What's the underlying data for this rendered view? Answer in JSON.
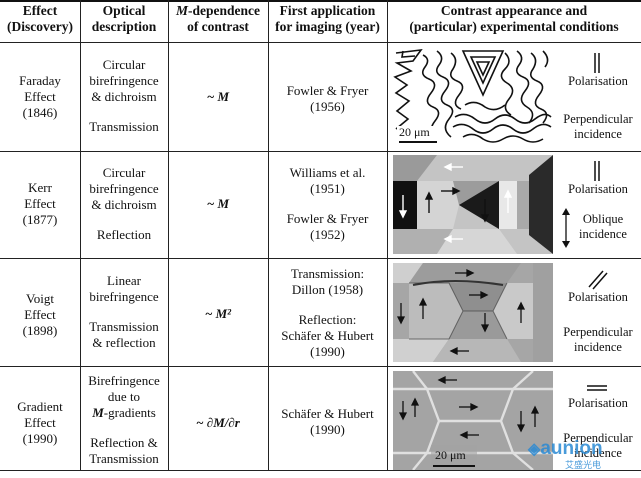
{
  "headers": {
    "effect": [
      "Effect",
      "(Discovery)"
    ],
    "optical": [
      "Optical",
      "description"
    ],
    "mdep": [
      "M-dependence",
      "of contrast"
    ],
    "first": [
      "First application",
      "for imaging (year)"
    ],
    "contrast": [
      "Contrast appearance and",
      "(particular) experimental conditions"
    ]
  },
  "rows": [
    {
      "effect": [
        "Faraday",
        "Effect",
        "(1846)"
      ],
      "optical": [
        "Circular",
        "birefringence",
        "& dichroism",
        "",
        "Transmission"
      ],
      "mdep": "~ M",
      "first": [
        "Fowler & Fryer",
        "(1956)"
      ],
      "pol_label": "Polarisation",
      "incidence": [
        "Perpendicular",
        "incidence"
      ],
      "scale": "20 μm"
    },
    {
      "effect": [
        "Kerr",
        "Effect",
        "(1877)"
      ],
      "optical": [
        "Circular",
        "birefringence",
        "& dichroism",
        "",
        "Reflection"
      ],
      "mdep": "~ M",
      "first": [
        "Williams et al.",
        "(1951)",
        "",
        "Fowler & Fryer",
        "(1952)"
      ],
      "pol_label": "Polarisation",
      "incidence": [
        "Oblique",
        "incidence"
      ]
    },
    {
      "effect": [
        "Voigt",
        "Effect",
        "(1898)"
      ],
      "optical": [
        "Linear",
        "birefringence",
        "",
        "Transmission",
        "& reflection"
      ],
      "mdep": "~ M²",
      "first": [
        "Transmission:",
        "Dillon (1958)",
        "",
        "Reflection:",
        "Schäfer & Hubert",
        "(1990)"
      ],
      "pol_label": "Polarisation",
      "incidence": [
        "Perpendicular",
        "incidence"
      ]
    },
    {
      "effect": [
        "Gradient",
        "Effect",
        "(1990)"
      ],
      "optical": [
        "Birefringence",
        "due to",
        "M-gradients",
        "",
        "Reflection &",
        "Transmission"
      ],
      "mdep": "~ ∂M/∂r",
      "first": [
        "Schäfer & Hubert",
        "(1990)"
      ],
      "pol_label": "Polarisation",
      "incidence": [
        "Perpendicular",
        "incidence"
      ],
      "scale": "20 μm"
    }
  ],
  "watermark": {
    "brand": "aunion",
    "sub": "艾盛光电"
  }
}
